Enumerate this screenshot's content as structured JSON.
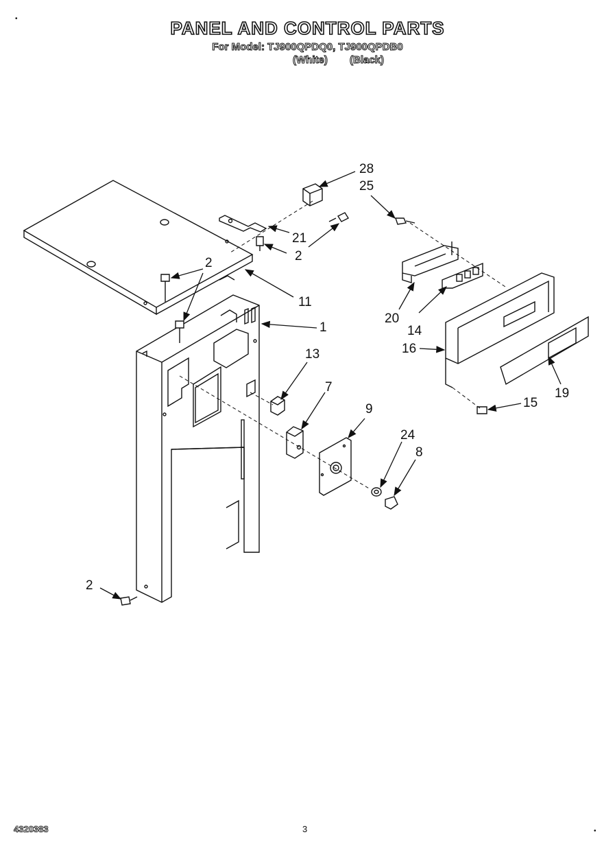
{
  "header": {
    "title": "PANEL AND CONTROL PARTS",
    "subtitle": "For Model: TJ900QPDQ0, TJ900QPDB0",
    "color_white": "(White)",
    "color_black": "(Black)"
  },
  "callouts": {
    "c28": "28",
    "c25": "25",
    "c21": "21",
    "c2_top_right": "2",
    "c2_top_left": "2",
    "c11": "11",
    "c1": "1",
    "c20": "20",
    "c14": "14",
    "c16": "16",
    "c13": "13",
    "c7": "7",
    "c9": "9",
    "c24": "24",
    "c8": "8",
    "c15": "15",
    "c19": "19",
    "c2_bottom": "2"
  },
  "footer": {
    "doc_number": "4320383",
    "page_number": "3"
  }
}
